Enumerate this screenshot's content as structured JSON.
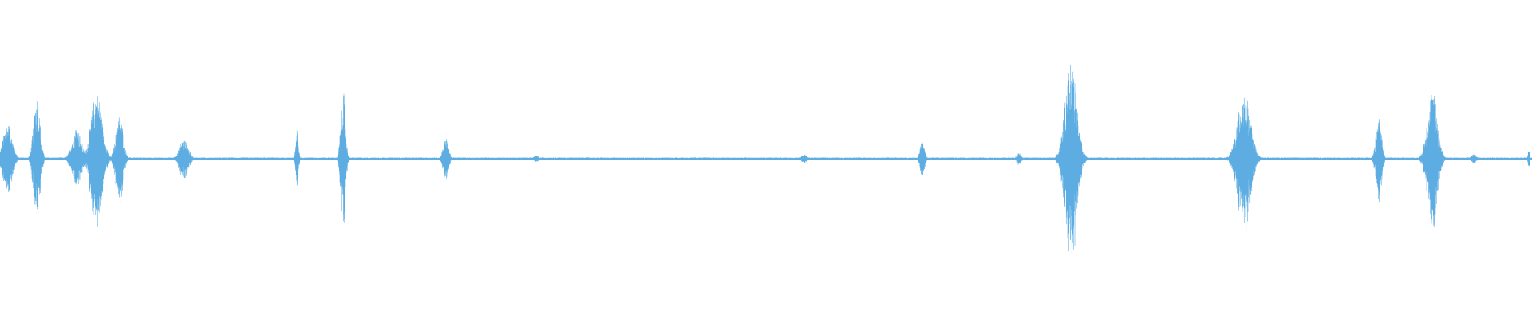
{
  "waveform": {
    "color": "#5dade2",
    "background": "#ffffff",
    "duration_units": 1000,
    "bursts": [
      {
        "center": 5,
        "width": 10,
        "amplitude": 0.22
      },
      {
        "center": 24,
        "width": 7,
        "amplitude": 0.4
      },
      {
        "center": 50,
        "width": 10,
        "amplitude": 0.2
      },
      {
        "center": 63,
        "width": 12,
        "amplitude": 0.42
      },
      {
        "center": 78,
        "width": 8,
        "amplitude": 0.28
      },
      {
        "center": 120,
        "width": 10,
        "amplitude": 0.12
      },
      {
        "center": 194,
        "width": 3,
        "amplitude": 0.18
      },
      {
        "center": 224,
        "width": 5,
        "amplitude": 0.43
      },
      {
        "center": 291,
        "width": 6,
        "amplitude": 0.13
      },
      {
        "center": 350,
        "width": 6,
        "amplitude": 0.02
      },
      {
        "center": 525,
        "width": 6,
        "amplitude": 0.03
      },
      {
        "center": 602,
        "width": 5,
        "amplitude": 0.11
      },
      {
        "center": 665,
        "width": 5,
        "amplitude": 0.04
      },
      {
        "center": 699,
        "width": 13,
        "amplitude": 0.6
      },
      {
        "center": 812,
        "width": 14,
        "amplitude": 0.43
      },
      {
        "center": 900,
        "width": 6,
        "amplitude": 0.28
      },
      {
        "center": 935,
        "width": 11,
        "amplitude": 0.43
      },
      {
        "center": 962,
        "width": 6,
        "amplitude": 0.03
      },
      {
        "center": 998,
        "width": 2,
        "amplitude": 0.06
      }
    ],
    "noise_floor": 0.008
  }
}
